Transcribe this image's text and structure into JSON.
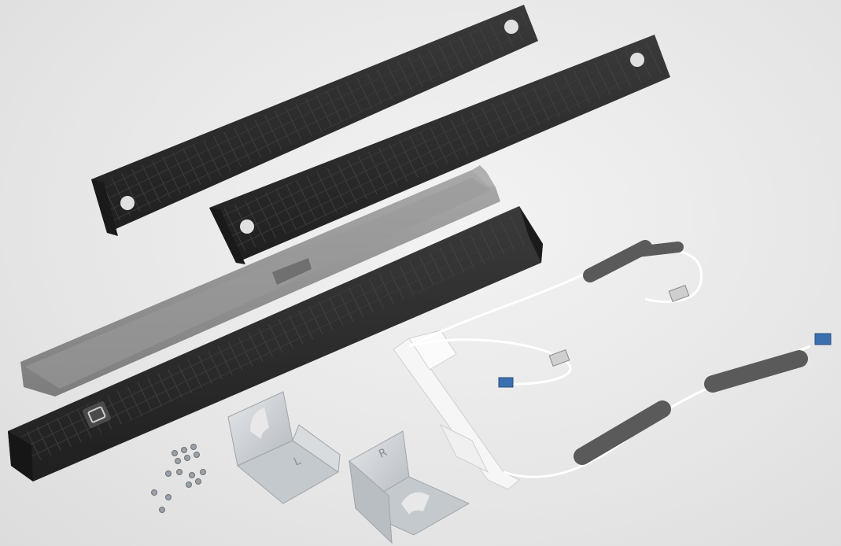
{
  "scene": {
    "description_visible_text": [
      "L",
      "R"
    ],
    "bracket_left": {
      "stamp": "L"
    },
    "bracket_right": {
      "stamp": "R"
    }
  },
  "colors": {
    "background": "#e8e8e8",
    "plastic_dark": "#2b2b2b",
    "plastic_rib": "#3d3d3d",
    "steel_grey": "#8f8f8f",
    "bracket_zinc": "#cfd3d6",
    "foam": "#555555",
    "wire": "#f5f5f5",
    "clip_white": "#f7f7f7"
  },
  "icons": [
    "rail-left",
    "rail-right",
    "steel-strip",
    "front-tray",
    "bracket-l",
    "bracket-r",
    "screws",
    "wire-harness",
    "white-frame"
  ]
}
